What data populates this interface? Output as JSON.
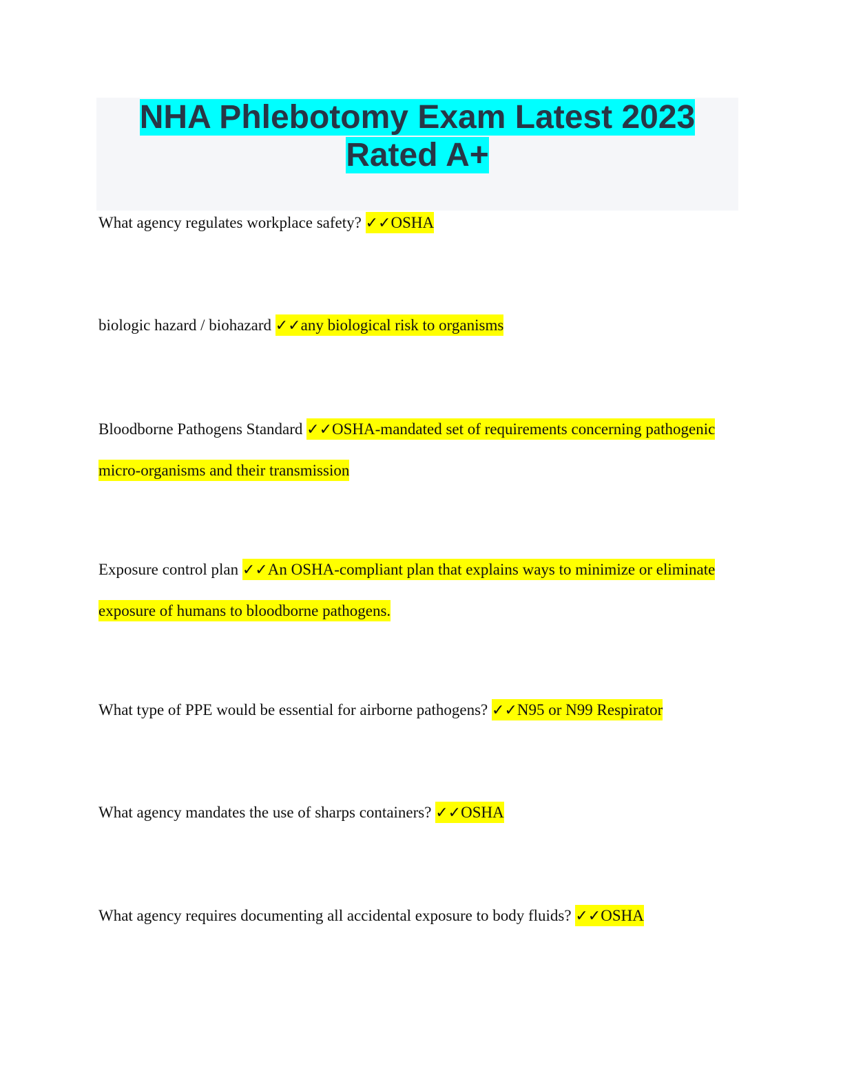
{
  "document": {
    "title": "NHA Phlebotomy Exam Latest 2023 Rated A+",
    "check_mark": "✓✓",
    "items": [
      {
        "question": "What agency regulates workplace safety?",
        "answer": "OSHA"
      },
      {
        "question": "biologic hazard / biohazard",
        "answer": "any biological risk to organisms"
      },
      {
        "question": "Bloodborne Pathogens Standard",
        "answer": "OSHA-mandated set of requirements concerning pathogenic micro-organisms and their transmission"
      },
      {
        "question": "Exposure control plan",
        "answer": "An OSHA-compliant plan that explains ways to minimize or eliminate exposure of humans to bloodborne pathogens."
      },
      {
        "question": "What type of PPE would be essential for airborne pathogens?",
        "answer": "N95 or N99 Respirator"
      },
      {
        "question": "What agency mandates the use of sharps containers?",
        "answer": "OSHA"
      },
      {
        "question": "What agency requires documenting all accidental exposure to body fluids?",
        "answer": "OSHA"
      }
    ],
    "colors": {
      "title_highlight": "#00ffff",
      "answer_highlight": "#ffff00",
      "title_text": "#283646",
      "title_background": "#f5f6f9"
    }
  }
}
